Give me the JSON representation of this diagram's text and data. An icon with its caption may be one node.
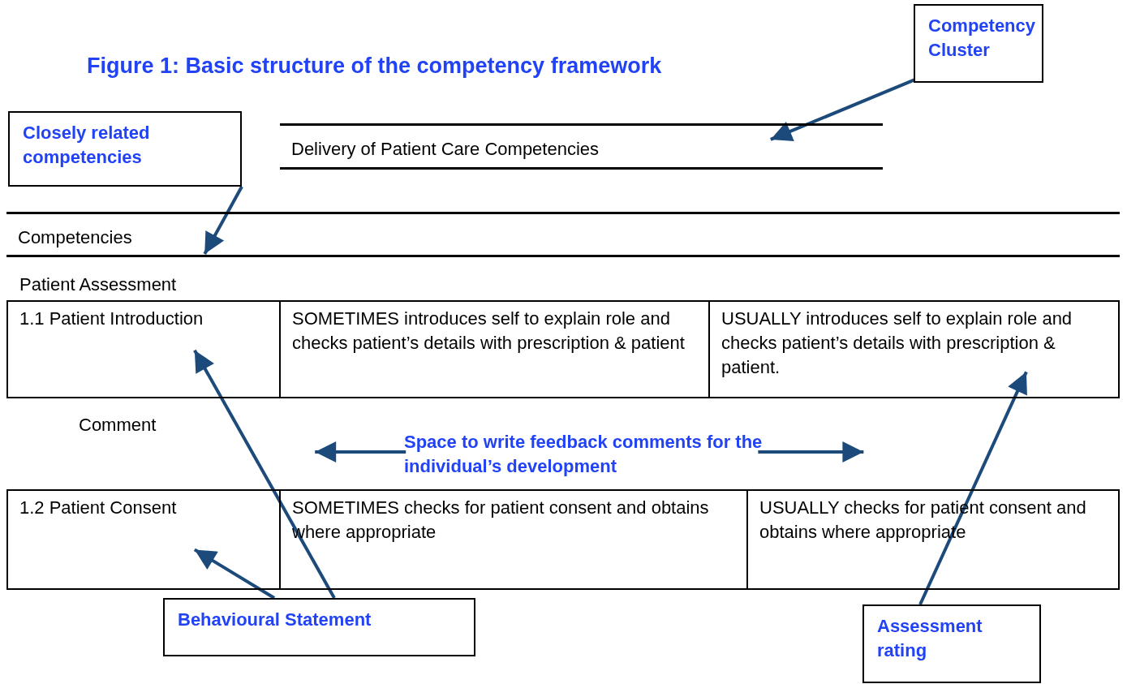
{
  "diagram": {
    "title": "Figure 1: Basic structure of the competency framework",
    "nodes": [
      {
        "text": [
          "Competency Cluster"
        ]
      },
      {
        "text": [
          "Delivery of Patient Care Competencies"
        ]
      },
      {
        "text": [
          "Closely related competencies"
        ]
      },
      {
        "text": [
          "Competencies"
        ]
      },
      {
        "text": [
          "1.1 Patient Introduction"
        ]
      },
      {
        "text": [
          "SOMETIMES introduces self to explain role and checks patient’s details with prescription & patient"
        ]
      },
      {
        "text": [
          "USUALLY introduces self to explain role and checks patient’s details with prescription & patient."
        ]
      },
      {
        "text": [
          "Space to write feedback comments for the individual’s development"
        ]
      },
      {
        "text": [
          "1.2 Patient Consent"
        ]
      },
      {
        "text": [
          "SOMETIMES checks for patient consent and obtains where appropriate"
        ]
      },
      {
        "text": [
          "USUALLY checks for patient consent and obtains where appropriate"
        ]
      },
      {
        "text": [
          "Behavioural Statement"
        ]
      },
      {
        "text": [
          "Assessment rating"
        ]
      }
    ],
    "edges": [
      {
        "from": 0,
        "to": 1,
        "arrow": "to"
      },
      {
        "from": 2,
        "to": 3,
        "arrow": "to"
      },
      {
        "from": 7,
        "to": null,
        "arrow": "to"
      },
      {
        "from": 7,
        "to": null,
        "arrow": "to"
      },
      {
        "from": 11,
        "to": 8,
        "arrow": "to"
      },
      {
        "from": 11,
        "to": 4,
        "arrow": "to"
      },
      {
        "from": 12,
        "to": 6,
        "arrow": "to"
      }
    ],
    "labels": [
      "Patient Assessment",
      "Comment"
    ]
  }
}
